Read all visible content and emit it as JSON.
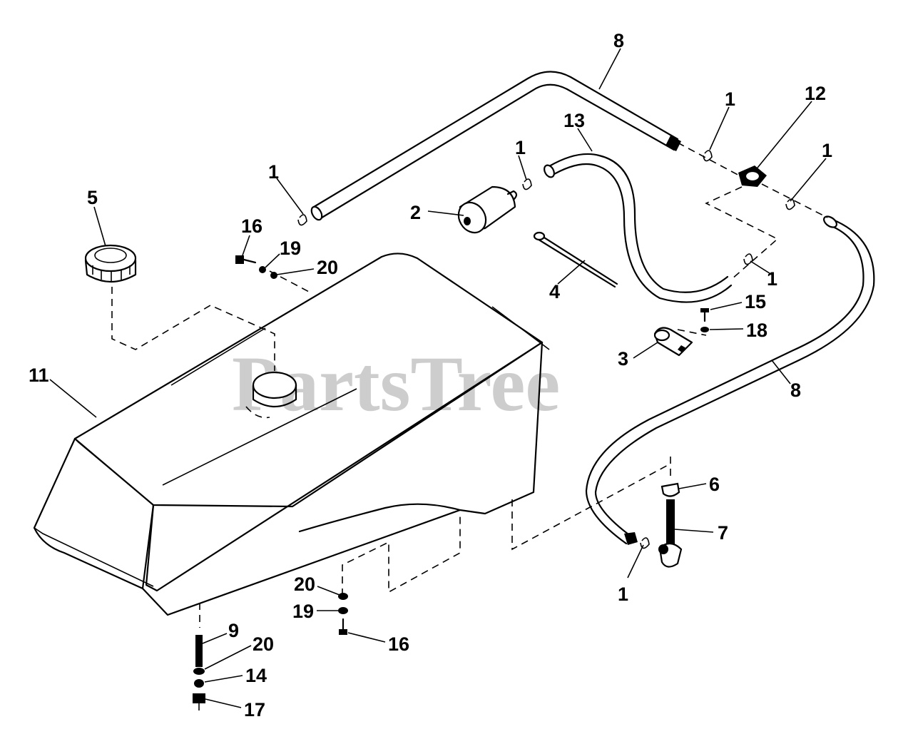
{
  "watermark": "PartsTree",
  "callouts": {
    "c1": "1",
    "c2": "2",
    "c3": "3",
    "c4": "4",
    "c5": "5",
    "c6": "6",
    "c7": "7",
    "c8": "8",
    "c9": "9",
    "c11": "11",
    "c12": "12",
    "c13": "13",
    "c14": "14",
    "c15": "15",
    "c16": "16",
    "c17": "17",
    "c18": "18",
    "c19": "19",
    "c20": "20"
  },
  "colors": {
    "line": "#000000",
    "watermark": "#bdbdbd",
    "background": "#ffffff"
  }
}
